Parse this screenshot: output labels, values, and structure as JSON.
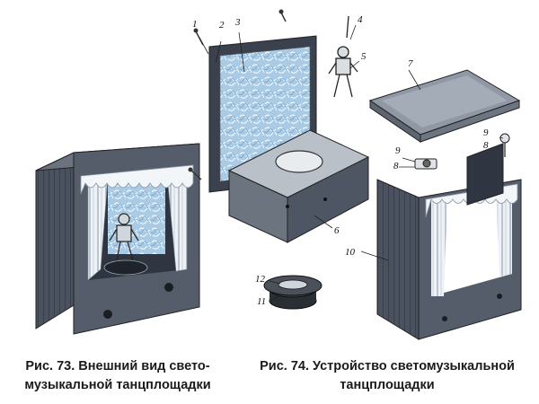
{
  "figures": [
    {
      "id": "fig73",
      "caption_line1": "Рис. 73. Внешний вид свето-",
      "caption_line2": "музыкальной танцплощадки"
    },
    {
      "id": "fig74",
      "caption_line1": "Рис. 74. Устройство светомузыкальной",
      "caption_line2": "танцплощадки"
    }
  ],
  "part_labels": [
    "1",
    "2",
    "3",
    "4",
    "5",
    "7",
    "9",
    "8",
    "9",
    "8",
    "6",
    "10",
    "12",
    "11"
  ],
  "colors": {
    "cabinet_dark": "#3c4452",
    "cabinet_front": "#545c6a",
    "panel_blue": "#a8cbe6",
    "tray_gray": "#8f98a4",
    "curtain_light": "#eef2f6"
  }
}
